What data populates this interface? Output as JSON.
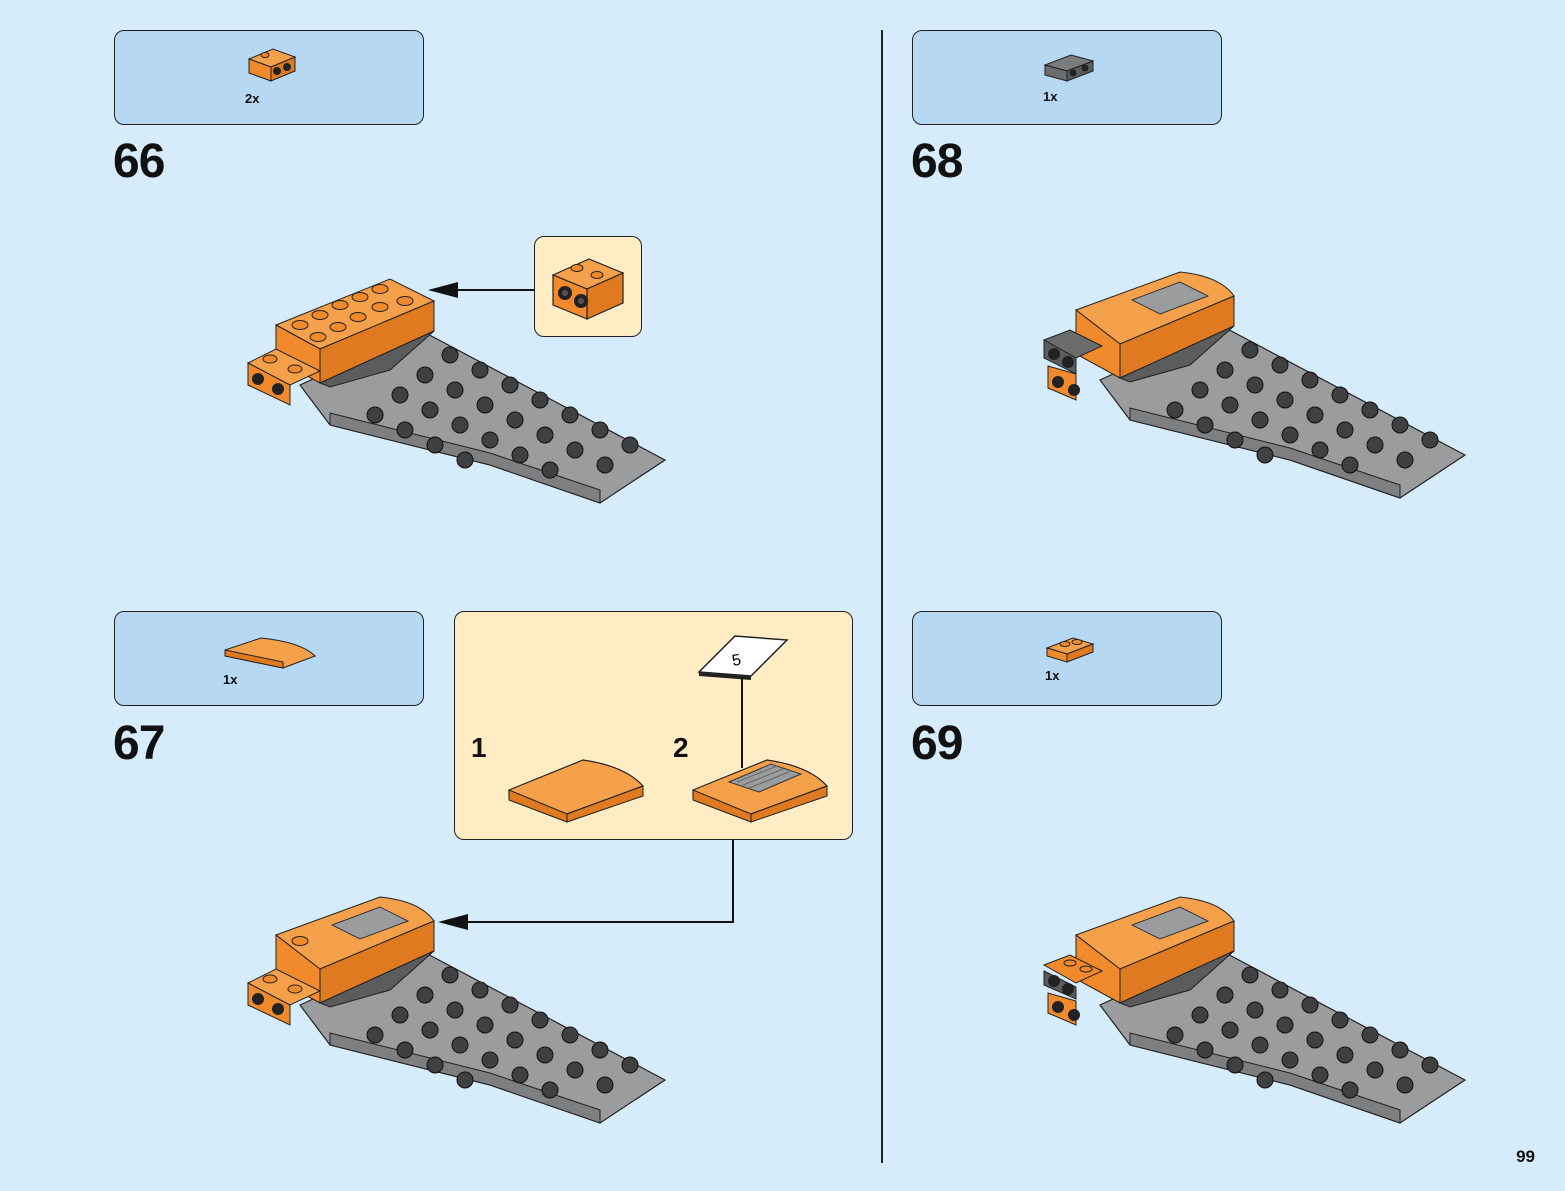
{
  "page": {
    "number": "99"
  },
  "steps": [
    {
      "number": "66",
      "parts": [
        {
          "name": "orange-bracket-1x2-2x2",
          "quantity": "2x"
        }
      ]
    },
    {
      "number": "67",
      "parts": [
        {
          "name": "orange-curved-slope-2x4",
          "quantity": "1x"
        }
      ],
      "callout": {
        "substeps": [
          {
            "number": "1"
          },
          {
            "number": "2"
          }
        ],
        "sticker": "5"
      }
    },
    {
      "number": "68",
      "parts": [
        {
          "name": "dark-grey-bracket-1x2-2x2",
          "quantity": "1x"
        }
      ]
    },
    {
      "number": "69",
      "parts": [
        {
          "name": "orange-plate-1x2",
          "quantity": "1x"
        }
      ]
    }
  ],
  "colors": {
    "background": "#d6ecfa",
    "parts_box": "#b7d8f2",
    "callout": "#feedc4",
    "orange": "#f08a2c",
    "grey_plate": "#8e9092",
    "dark_grey": "#5a5c5e"
  }
}
